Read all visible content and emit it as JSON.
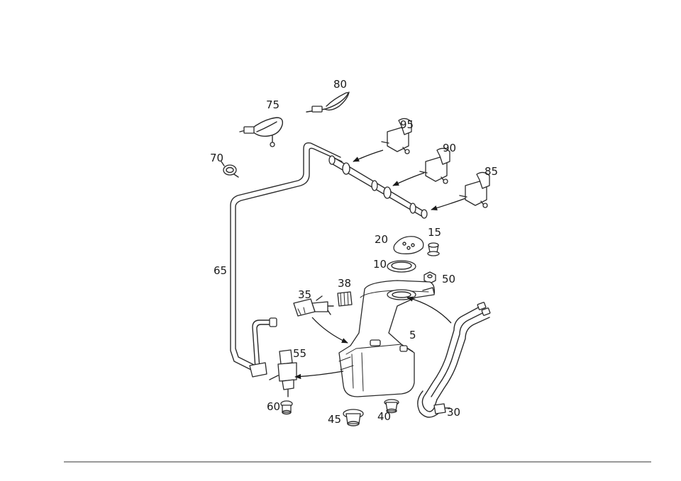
{
  "diagram": {
    "part_numbers": [
      "80",
      "75",
      "95",
      "90",
      "70",
      "85",
      "20",
      "15",
      "10",
      "50",
      "65",
      "38",
      "35",
      "5",
      "55",
      "60",
      "45",
      "40",
      "30"
    ]
  }
}
